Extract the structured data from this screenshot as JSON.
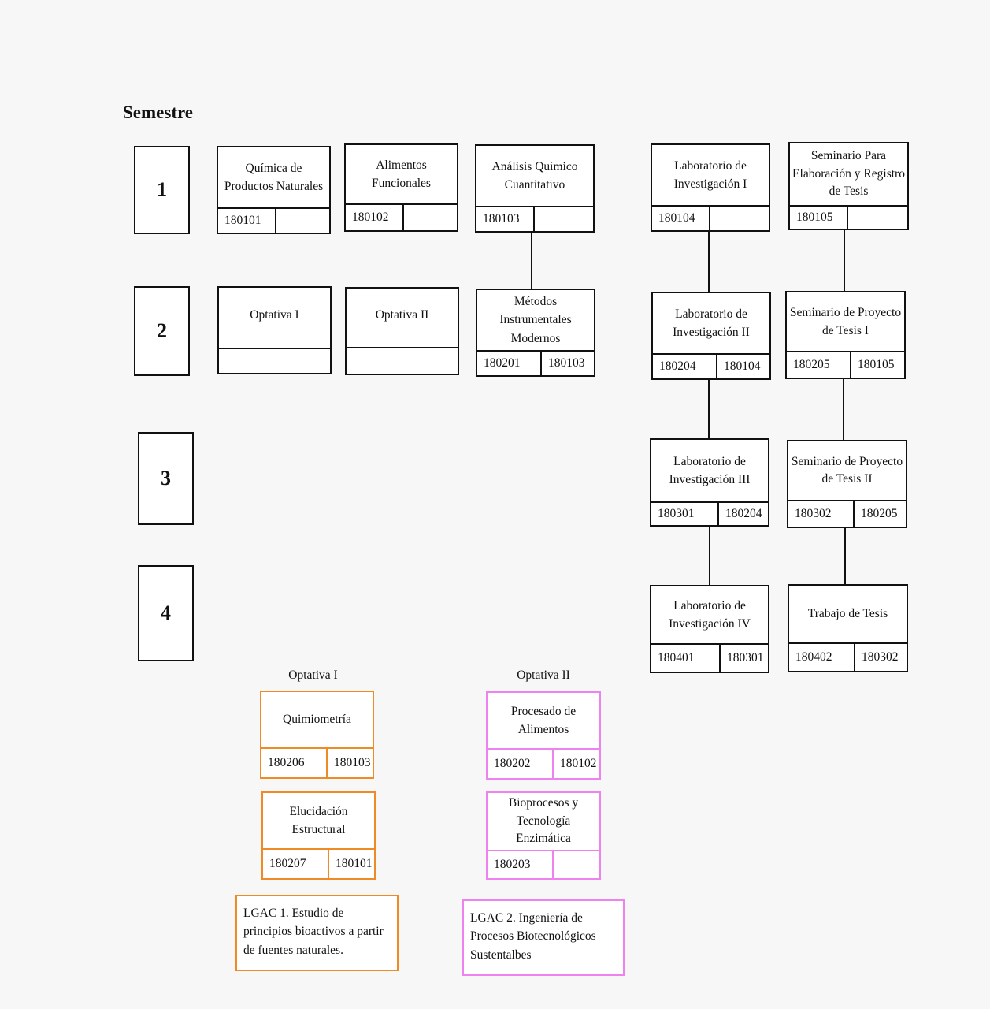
{
  "title": "Semestre",
  "semesters": [
    "1",
    "2",
    "3",
    "4"
  ],
  "courses": {
    "c1": {
      "name": "Química de Productos Naturales",
      "codes": [
        "180101",
        ""
      ]
    },
    "c2": {
      "name": "Alimentos Funcionales",
      "codes": [
        "180102",
        ""
      ]
    },
    "c3": {
      "name": "Análisis Químico Cuantitativo",
      "codes": [
        "180103",
        ""
      ]
    },
    "c4": {
      "name": "Laboratorio de Investigación I",
      "codes": [
        "180104",
        ""
      ]
    },
    "c5": {
      "name": "Seminario Para Elaboración y Registro de Tesis",
      "codes": [
        "180105",
        ""
      ]
    },
    "c6": {
      "name": "Optativa I",
      "codes": [
        ""
      ]
    },
    "c7": {
      "name": "Optativa II",
      "codes": [
        ""
      ]
    },
    "c8": {
      "name": "Métodos Instrumentales Modernos",
      "codes": [
        "180201",
        "180103"
      ]
    },
    "c9": {
      "name": "Laboratorio de Investigación II",
      "codes": [
        "180204",
        "180104"
      ]
    },
    "c10": {
      "name": "Seminario de Proyecto de Tesis I",
      "codes": [
        "180205",
        "180105"
      ]
    },
    "c11": {
      "name": "Laboratorio de Investigación III",
      "codes": [
        "180301",
        "180204"
      ]
    },
    "c12": {
      "name": "Seminario de Proyecto de Tesis II",
      "codes": [
        "180302",
        "180205"
      ]
    },
    "c13": {
      "name": "Laboratorio de Investigación IV",
      "codes": [
        "180401",
        "180301"
      ]
    },
    "c14": {
      "name": "Trabajo de Tesis",
      "codes": [
        "180402",
        "180302"
      ]
    },
    "o1": {
      "name": "Quimiometría",
      "codes": [
        "180206",
        "180103"
      ]
    },
    "o2": {
      "name": "Elucidación Estructural",
      "codes": [
        "180207",
        "180101"
      ]
    },
    "p1": {
      "name": "Procesado de Alimentos",
      "codes": [
        "180202",
        "180102"
      ]
    },
    "p2": {
      "name": "Bioprocesos y Tecnología Enzimática",
      "codes": [
        "180203",
        ""
      ]
    }
  },
  "optativa_labels": {
    "opt1": "Optativa I",
    "opt2": "Optativa II"
  },
  "lgac": {
    "l1": "LGAC 1. Estudio de principios bioactivos a partir de fuentes naturales.",
    "l2": "LGAC 2. Ingeniería de Procesos Biotecnológicos Sustentalbes"
  },
  "colors": {
    "optativa_1": "#f08a24",
    "optativa_2": "#ee82ee",
    "line": "#111111"
  }
}
